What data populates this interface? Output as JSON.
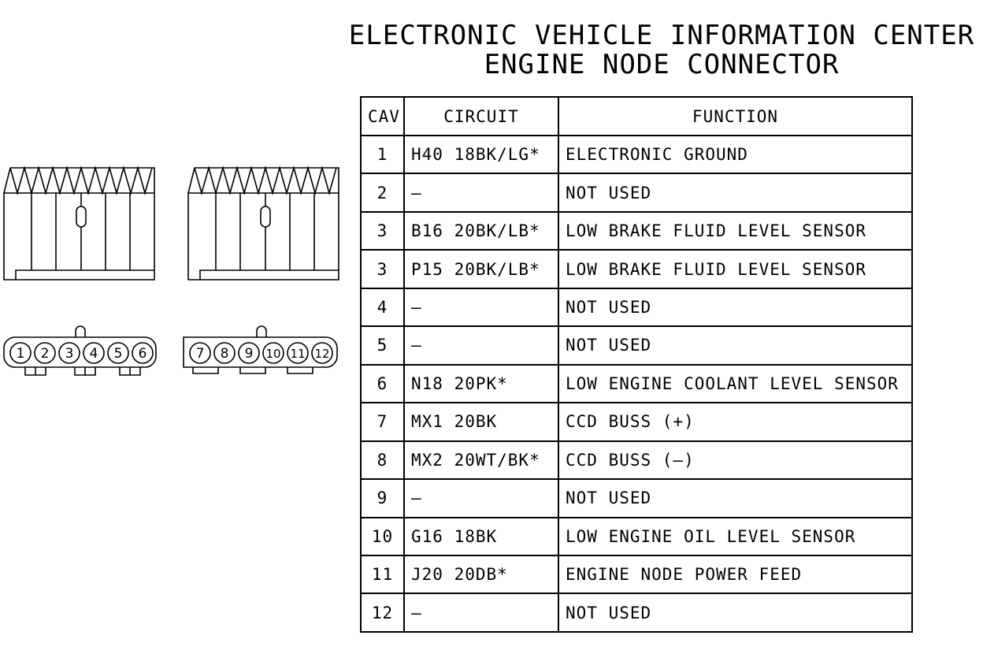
{
  "title": {
    "line1": "ELECTRONIC VEHICLE INFORMATION CENTER",
    "line2": "ENGINE NODE CONNECTOR"
  },
  "table": {
    "headers": [
      "CAV",
      "CIRCUIT",
      "FUNCTION"
    ],
    "rows": [
      {
        "cav": "1",
        "circuit": "H40 18BK/LG*",
        "function": "ELECTRONIC GROUND"
      },
      {
        "cav": "2",
        "circuit": "—",
        "function": "NOT USED"
      },
      {
        "cav": "3",
        "circuit": "B16 20BK/LB*",
        "function": "LOW BRAKE FLUID LEVEL SENSOR"
      },
      {
        "cav": "3",
        "circuit": "P15 20BK/LB*",
        "function": "LOW BRAKE FLUID LEVEL SENSOR"
      },
      {
        "cav": "4",
        "circuit": "—",
        "function": "NOT USED"
      },
      {
        "cav": "5",
        "circuit": "—",
        "function": "NOT USED"
      },
      {
        "cav": "6",
        "circuit": "N18 20PK*",
        "function": "LOW ENGINE COOLANT LEVEL SENSOR"
      },
      {
        "cav": "7",
        "circuit": "MX1 20BK",
        "function": "CCD BUSS (+)"
      },
      {
        "cav": "8",
        "circuit": "MX2 20WT/BK*",
        "function": "CCD BUSS (—)"
      },
      {
        "cav": "9",
        "circuit": "—",
        "function": "NOT USED"
      },
      {
        "cav": "10",
        "circuit": "G16 18BK",
        "function": "LOW ENGINE OIL LEVEL SENSOR"
      },
      {
        "cav": "11",
        "circuit": "J20 20DB*",
        "function": "ENGINE NODE POWER FEED"
      },
      {
        "cav": "12",
        "circuit": "—",
        "function": "NOT USED"
      }
    ]
  },
  "connector": {
    "left_pins": [
      "1",
      "2",
      "3",
      "4",
      "5",
      "6"
    ],
    "right_pins": [
      "7",
      "8",
      "9",
      "10",
      "11",
      "12"
    ]
  }
}
